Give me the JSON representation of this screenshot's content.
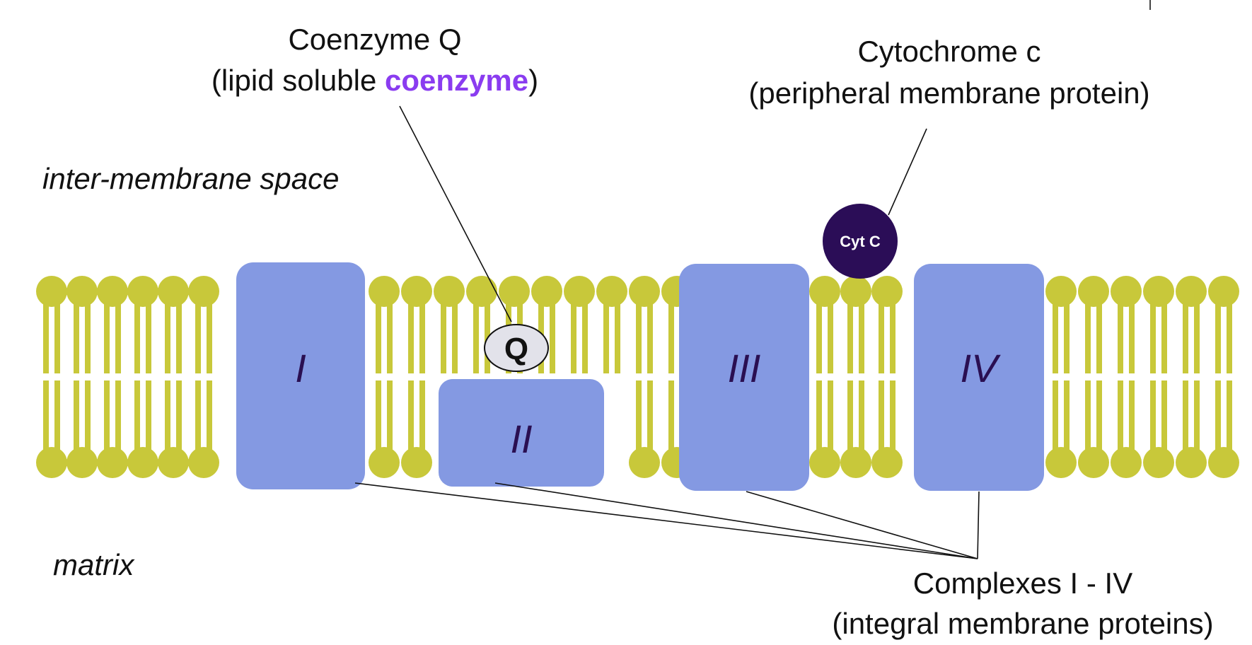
{
  "labels": {
    "coenzyme_q_title": "Coenzyme Q",
    "coenzyme_q_desc_open": "(lipid soluble ",
    "coenzyme_q_desc_highlight": "coenzyme",
    "coenzyme_q_desc_close": ")",
    "cytochrome_c_title": "Cytochrome c",
    "cytochrome_c_desc": "(peripheral membrane protein)",
    "intermembrane_space": "inter-membrane space",
    "matrix": "matrix",
    "complexes_title": "Complexes I - IV",
    "complexes_desc": "(integral membrane proteins)"
  },
  "complexes": {
    "c1": "I",
    "c2": "II",
    "c3": "III",
    "c4": "IV"
  },
  "q_label": "Q",
  "cytc_label": "Cyt C",
  "colors": {
    "lipid": "#c8c83a",
    "protein": "#8499e2",
    "roman_numeral": "#2a0f52",
    "cytochrome": "#2b0d57",
    "highlight": "#8a3cf0",
    "q_fill": "#e2e2ea"
  }
}
